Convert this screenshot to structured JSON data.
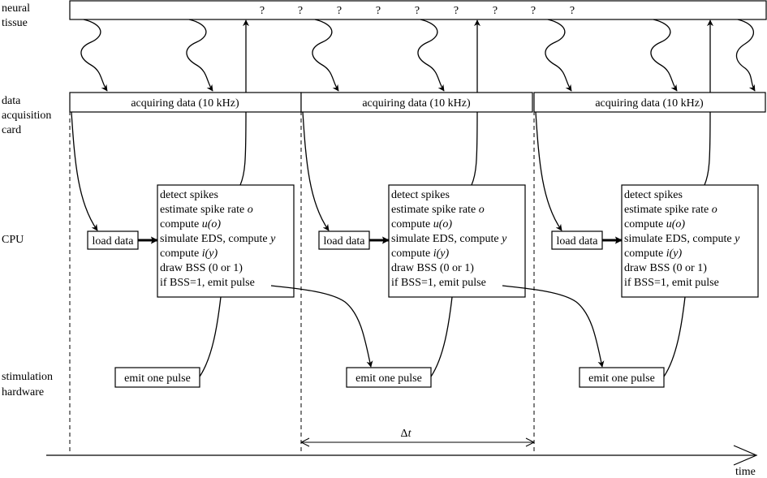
{
  "row_labels": {
    "neural_tissue": [
      "neural",
      "tissue"
    ],
    "daq": [
      "data",
      "acquisition",
      "card"
    ],
    "cpu": [
      "CPU"
    ],
    "stim": [
      "stimulation",
      "hardware"
    ]
  },
  "unknown_mark": "?",
  "acquire_label": "acquiring data (10 kHz)",
  "load_label": "load data",
  "cpu_steps": [
    {
      "text": "detect spikes"
    },
    {
      "text": "estimate spike rate ",
      "var": "o"
    },
    {
      "text": "compute ",
      "var": "u(o)"
    },
    {
      "text": "simulate EDS, compute ",
      "var": "y"
    },
    {
      "text": "compute ",
      "var": "i(y)"
    },
    {
      "text": "draw BSS (0 or 1)"
    },
    {
      "text": "if BSS=1, emit pulse"
    }
  ],
  "emit_label": "emit one pulse",
  "period_label_delta": "Δ",
  "period_label_t": "t",
  "time_label": "time",
  "cycle_count": 3
}
